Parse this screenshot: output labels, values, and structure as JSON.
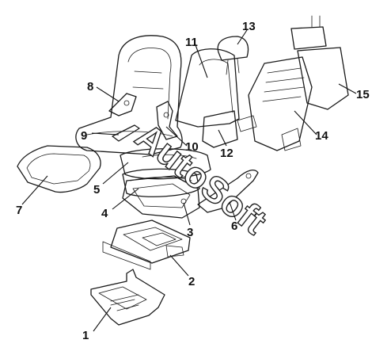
{
  "callouts": [
    "1",
    "2",
    "3",
    "4",
    "5",
    "6",
    "7",
    "8",
    "9",
    "10",
    "11",
    "12",
    "13",
    "14",
    "15"
  ],
  "watermark": "AutoSoft"
}
